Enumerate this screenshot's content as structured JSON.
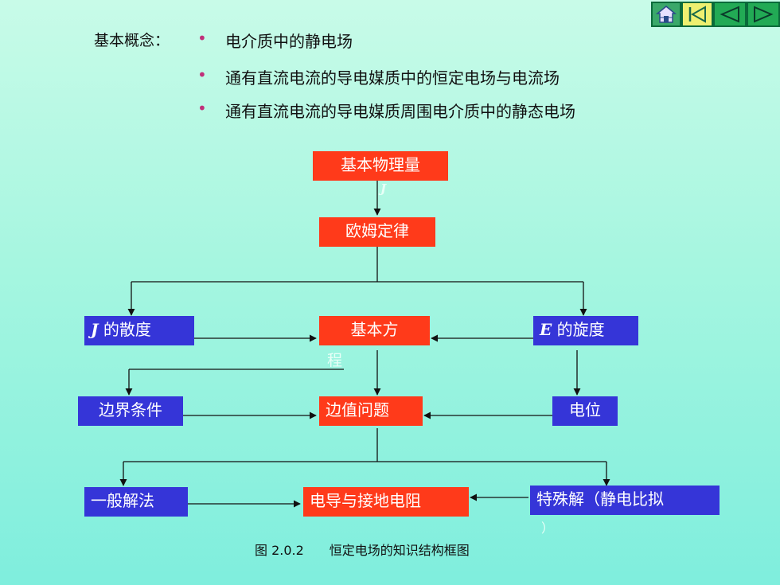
{
  "nav": {
    "home_icon": "home-icon",
    "first_icon": "first-page-icon",
    "prev_icon": "previous-icon",
    "next_icon": "next-icon"
  },
  "concepts": {
    "label": "基本概念：",
    "items": [
      "电介质中的静电场",
      "通有直流电流的导电媒质中的恒定电场与电流场",
      "通有直流电流的导电媒质周围电介质中的静态电场"
    ]
  },
  "diagram": {
    "basic_quantity": "基本物理量",
    "basic_quantity_var": "J",
    "ohm_law": "欧姆定律",
    "j_div_var": "J",
    "j_div_text": " 的散度",
    "basic_eq": "基本方",
    "basic_eq_wrap": "程",
    "e_curl_var": "E",
    "e_curl_text": " 的旋度",
    "boundary": "边界条件",
    "bvp": "边值问题",
    "potential": "电位",
    "general": "一般解法",
    "conductance": "电导与接地电阻",
    "special": "特殊解（静电比拟",
    "special_wrap": "）"
  },
  "caption": "图 2.0.2　　恒定电场的知识结构框图",
  "colors": {
    "red": "#ff3a1a",
    "blue": "#3535d8",
    "bullet": "#c0307a"
  }
}
